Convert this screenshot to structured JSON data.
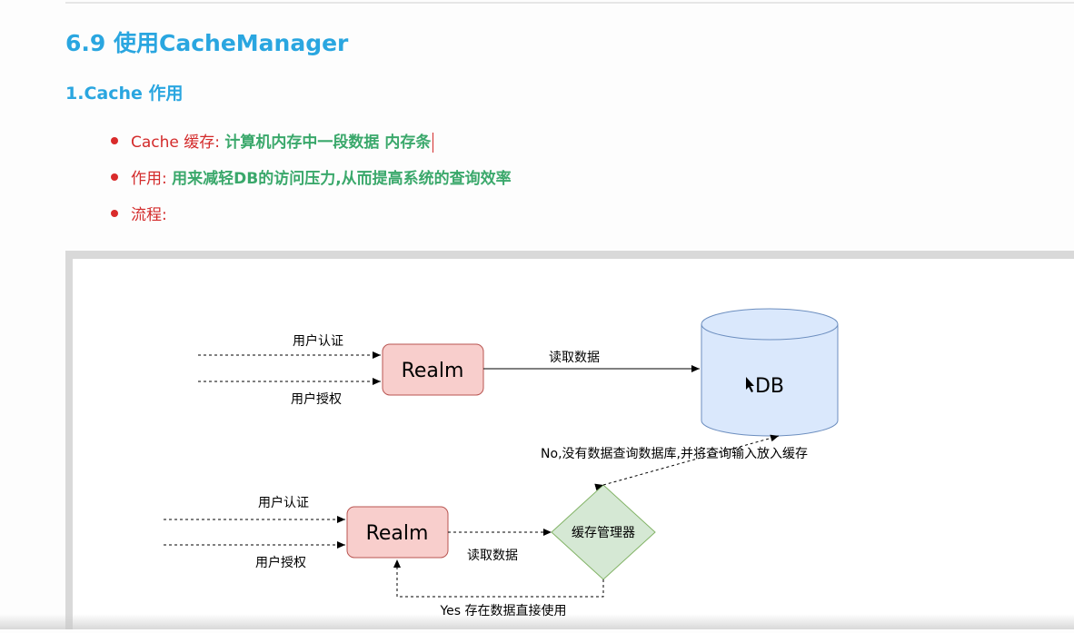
{
  "heading": "6.9 使用CacheManager",
  "subheading": "1.Cache 作用",
  "bullets": [
    {
      "label": "Cache 缓存: ",
      "text": "计算机内存中一段数据  内存条"
    },
    {
      "label": "作用: ",
      "text": "用来减轻DB的访问压力,从而提高系统的查询效率"
    },
    {
      "label": "流程:",
      "text": ""
    }
  ],
  "diagram": {
    "top_flow": {
      "auth_label": "用户认证",
      "authz_label": "用户授权",
      "realm": "Realm",
      "read_label": "读取数据",
      "db": "DB"
    },
    "bottom_flow": {
      "auth_label": "用户认证",
      "authz_label": "用户授权",
      "realm": "Realm",
      "read_label": "读取数据",
      "cache_manager": "缓存管理器",
      "no_label": "No,没有数据查询数据库,并将查询输入放入缓存",
      "yes_label": "Yes 存在数据直接使用"
    },
    "colors": {
      "realm_fill": "#f8cecc",
      "realm_stroke": "#b85450",
      "db_fill": "#dae8fc",
      "db_stroke": "#6c8ebf",
      "diamond_fill": "#d5e8d4",
      "diamond_stroke": "#82b366"
    }
  }
}
